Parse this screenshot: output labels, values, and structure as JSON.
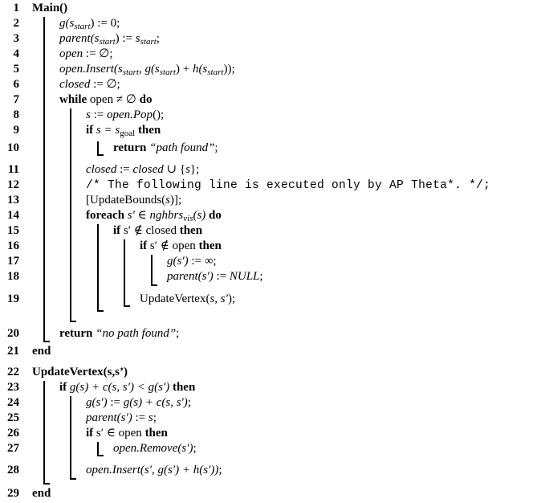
{
  "algorithm": {
    "line_numbers": [
      "1",
      "2",
      "3",
      "4",
      "5",
      "6",
      "7",
      "8",
      "9",
      "10",
      "11",
      "12",
      "13",
      "14",
      "15",
      "16",
      "17",
      "18",
      "19",
      "20",
      "21",
      "22",
      "23",
      "24",
      "25",
      "26",
      "27",
      "28",
      "29"
    ],
    "lines": [
      {
        "segments": [
          {
            "text": "Main()",
            "style": "b"
          }
        ]
      },
      {
        "segments": [
          {
            "text": "g(s",
            "style": "i"
          },
          {
            "text": "start",
            "style": "i-sub"
          },
          {
            "text": ") := 0;",
            "style": ""
          }
        ]
      },
      {
        "segments": [
          {
            "text": "parent(s",
            "style": "i"
          },
          {
            "text": "start",
            "style": "i-sub"
          },
          {
            "text": ") := ",
            "style": ""
          },
          {
            "text": "s",
            "style": "i"
          },
          {
            "text": "start",
            "style": "i-sub"
          },
          {
            "text": ";",
            "style": ""
          }
        ]
      },
      {
        "segments": [
          {
            "text": "open",
            "style": "i"
          },
          {
            "text": " := ∅;",
            "style": ""
          }
        ]
      },
      {
        "segments": [
          {
            "text": "open.Insert(s",
            "style": "i"
          },
          {
            "text": "start",
            "style": "i-sub"
          },
          {
            "text": ", g(s",
            "style": "i"
          },
          {
            "text": "start",
            "style": "i-sub"
          },
          {
            "text": ") + ",
            "style": ""
          },
          {
            "text": "h(s",
            "style": "i"
          },
          {
            "text": "start",
            "style": "i-sub"
          },
          {
            "text": "));",
            "style": ""
          }
        ]
      },
      {
        "segments": [
          {
            "text": "closed",
            "style": "i"
          },
          {
            "text": " := ∅;",
            "style": ""
          }
        ]
      },
      {
        "segments": [
          {
            "text": "while",
            "style": "b"
          },
          {
            "text": " open ≠ ∅ ",
            "style": ""
          },
          {
            "text": "do",
            "style": "b"
          }
        ]
      },
      {
        "segments": [
          {
            "text": "s",
            "style": "i"
          },
          {
            "text": " := ",
            "style": ""
          },
          {
            "text": "open.Pop",
            "style": "i"
          },
          {
            "text": "();",
            "style": ""
          }
        ]
      },
      {
        "segments": [
          {
            "text": "if",
            "style": "b"
          },
          {
            "text": " s = ",
            "style": "i"
          },
          {
            "text": "s",
            "style": "i"
          },
          {
            "text": "goal",
            "style": "sub"
          },
          {
            "text": " then",
            "style": "b"
          }
        ]
      },
      {
        "segments": [
          {
            "text": "return",
            "style": "b"
          },
          {
            "text": " “path found”",
            "style": "i"
          },
          {
            "text": ";",
            "style": ""
          }
        ]
      },
      {
        "segments": [
          {
            "text": "closed",
            "style": "i"
          },
          {
            "text": " := ",
            "style": ""
          },
          {
            "text": "closed",
            "style": "i"
          },
          {
            "text": " ∪ {",
            "style": ""
          },
          {
            "text": "s",
            "style": "i"
          },
          {
            "text": "};",
            "style": ""
          }
        ]
      },
      {
        "segments": [
          {
            "text": "/* The following line is executed only by AP Theta*.  */;",
            "style": "mono"
          }
        ]
      },
      {
        "segments": [
          {
            "text": "[UpdateBounds(",
            "style": ""
          },
          {
            "text": "s",
            "style": "i"
          },
          {
            "text": ")];",
            "style": ""
          }
        ]
      },
      {
        "segments": [
          {
            "text": "foreach",
            "style": "b"
          },
          {
            "text": " s′ ∈ ",
            "style": "i"
          },
          {
            "text": "nghbrs",
            "style": "i"
          },
          {
            "text": "vis",
            "style": "i-sub"
          },
          {
            "text": "(s) ",
            "style": "i"
          },
          {
            "text": "do",
            "style": "b"
          }
        ]
      },
      {
        "segments": [
          {
            "text": "if",
            "style": "b"
          },
          {
            "text": " s′ ∉ closed ",
            "style": ""
          },
          {
            "text": "then",
            "style": "b"
          }
        ]
      },
      {
        "segments": [
          {
            "text": "if",
            "style": "b"
          },
          {
            "text": " s′ ∉ open ",
            "style": ""
          },
          {
            "text": "then",
            "style": "b"
          }
        ]
      },
      {
        "segments": [
          {
            "text": "g(s′)",
            "style": "i"
          },
          {
            "text": " := ∞;",
            "style": ""
          }
        ]
      },
      {
        "segments": [
          {
            "text": "parent(s′)",
            "style": "i"
          },
          {
            "text": " := ",
            "style": ""
          },
          {
            "text": "NULL",
            "style": "i"
          },
          {
            "text": ";",
            "style": ""
          }
        ]
      },
      {
        "segments": [
          {
            "text": "UpdateVertex(",
            "style": ""
          },
          {
            "text": "s, s′",
            "style": "i"
          },
          {
            "text": ");",
            "style": ""
          }
        ]
      },
      {
        "segments": [
          {
            "text": "return",
            "style": "b"
          },
          {
            "text": " “no path found”",
            "style": "i"
          },
          {
            "text": ";",
            "style": ""
          }
        ]
      },
      {
        "segments": [
          {
            "text": "end",
            "style": "b"
          }
        ]
      },
      {
        "segments": [
          {
            "text": "UpdateVertex(s,s’)",
            "style": "b"
          }
        ]
      },
      {
        "segments": [
          {
            "text": "if",
            "style": "b"
          },
          {
            "text": " g(s) + c(s, s′) < g(s′) ",
            "style": "i"
          },
          {
            "text": "then",
            "style": "b"
          }
        ]
      },
      {
        "segments": [
          {
            "text": "g(s′)",
            "style": "i"
          },
          {
            "text": " := ",
            "style": ""
          },
          {
            "text": "g(s) + c(s, s′)",
            "style": "i"
          },
          {
            "text": ";",
            "style": ""
          }
        ]
      },
      {
        "segments": [
          {
            "text": "parent(s′)",
            "style": "i"
          },
          {
            "text": " := ",
            "style": ""
          },
          {
            "text": "s",
            "style": "i"
          },
          {
            "text": ";",
            "style": ""
          }
        ]
      },
      {
        "segments": [
          {
            "text": "if",
            "style": "b"
          },
          {
            "text": " s′ ∈ open ",
            "style": ""
          },
          {
            "text": "then",
            "style": "b"
          }
        ]
      },
      {
        "segments": [
          {
            "text": "open.Remove(s′)",
            "style": "i"
          },
          {
            "text": ";",
            "style": ""
          }
        ]
      },
      {
        "segments": [
          {
            "text": "open.Insert(s′, g(s′) + h(s′))",
            "style": "i"
          },
          {
            "text": ";",
            "style": ""
          }
        ]
      },
      {
        "segments": [
          {
            "text": "end",
            "style": "b"
          }
        ]
      }
    ]
  }
}
